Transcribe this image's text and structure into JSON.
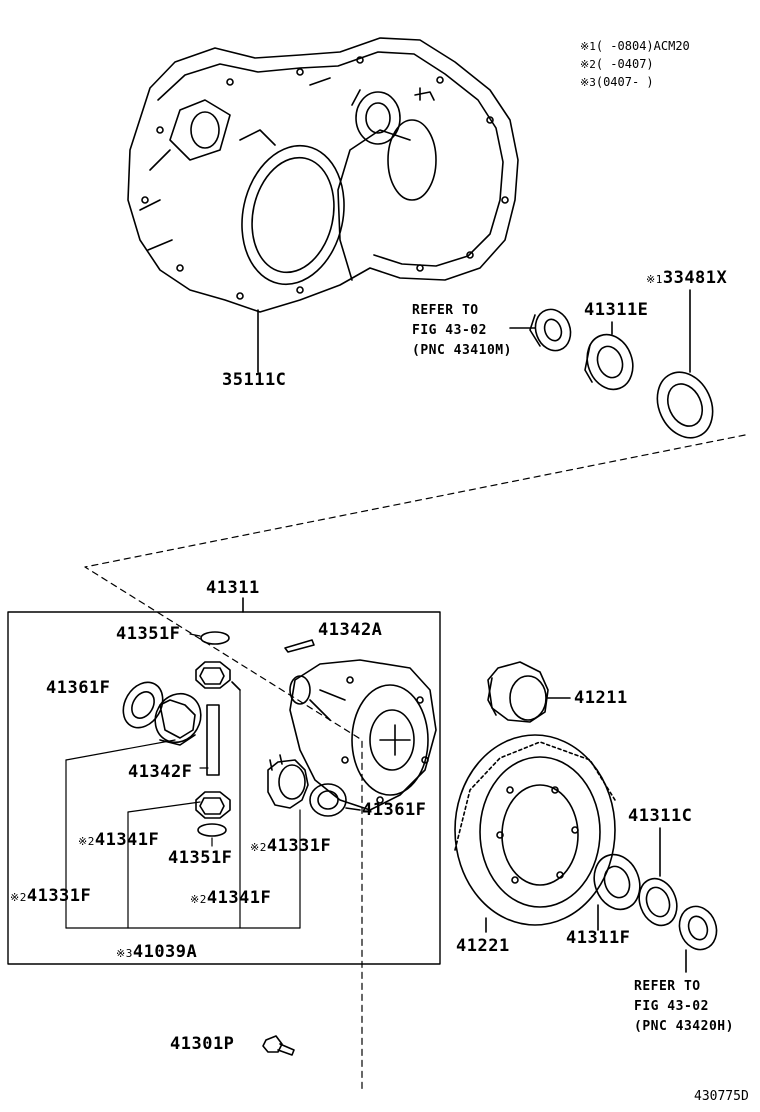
{
  "notes": [
    {
      "mark": "※1",
      "text": "(      -0804)ACM20"
    },
    {
      "mark": "※2",
      "text": "(      -0407)"
    },
    {
      "mark": "※3",
      "text": "(0407-      )"
    }
  ],
  "parts": {
    "p35111C": "35111C",
    "p41311E": "41311E",
    "p33481X_mark": "※1",
    "p33481X": "33481X",
    "p41311": "41311",
    "p41351F_top": "41351F",
    "p41342A": "41342A",
    "p41361F_left": "41361F",
    "p41342F": "41342F",
    "p41341F_left_mark": "※2",
    "p41341F_left": "41341F",
    "p41351F_bottom": "41351F",
    "p41331F_mid_mark": "※2",
    "p41331F_mid": "41331F",
    "p41361F_right": "41361F",
    "p41331F_left_mark": "※2",
    "p41331F_left": "41331F",
    "p41341F_right_mark": "※2",
    "p41341F_right": "41341F",
    "p41039A_mark": "※3",
    "p41039A": "41039A",
    "p41211": "41211",
    "p41311C": "41311C",
    "p41221": "41221",
    "p41311F": "41311F",
    "p41301P": "41301P"
  },
  "refs": {
    "top": {
      "line1": "REFER TO",
      "line2": "FIG 43-02",
      "line3": "(PNC 43410M)"
    },
    "bottom": {
      "line1": "REFER TO",
      "line2": "FIG 43-02",
      "line3": "(PNC 43420H)"
    }
  },
  "figure_id": "430775D"
}
